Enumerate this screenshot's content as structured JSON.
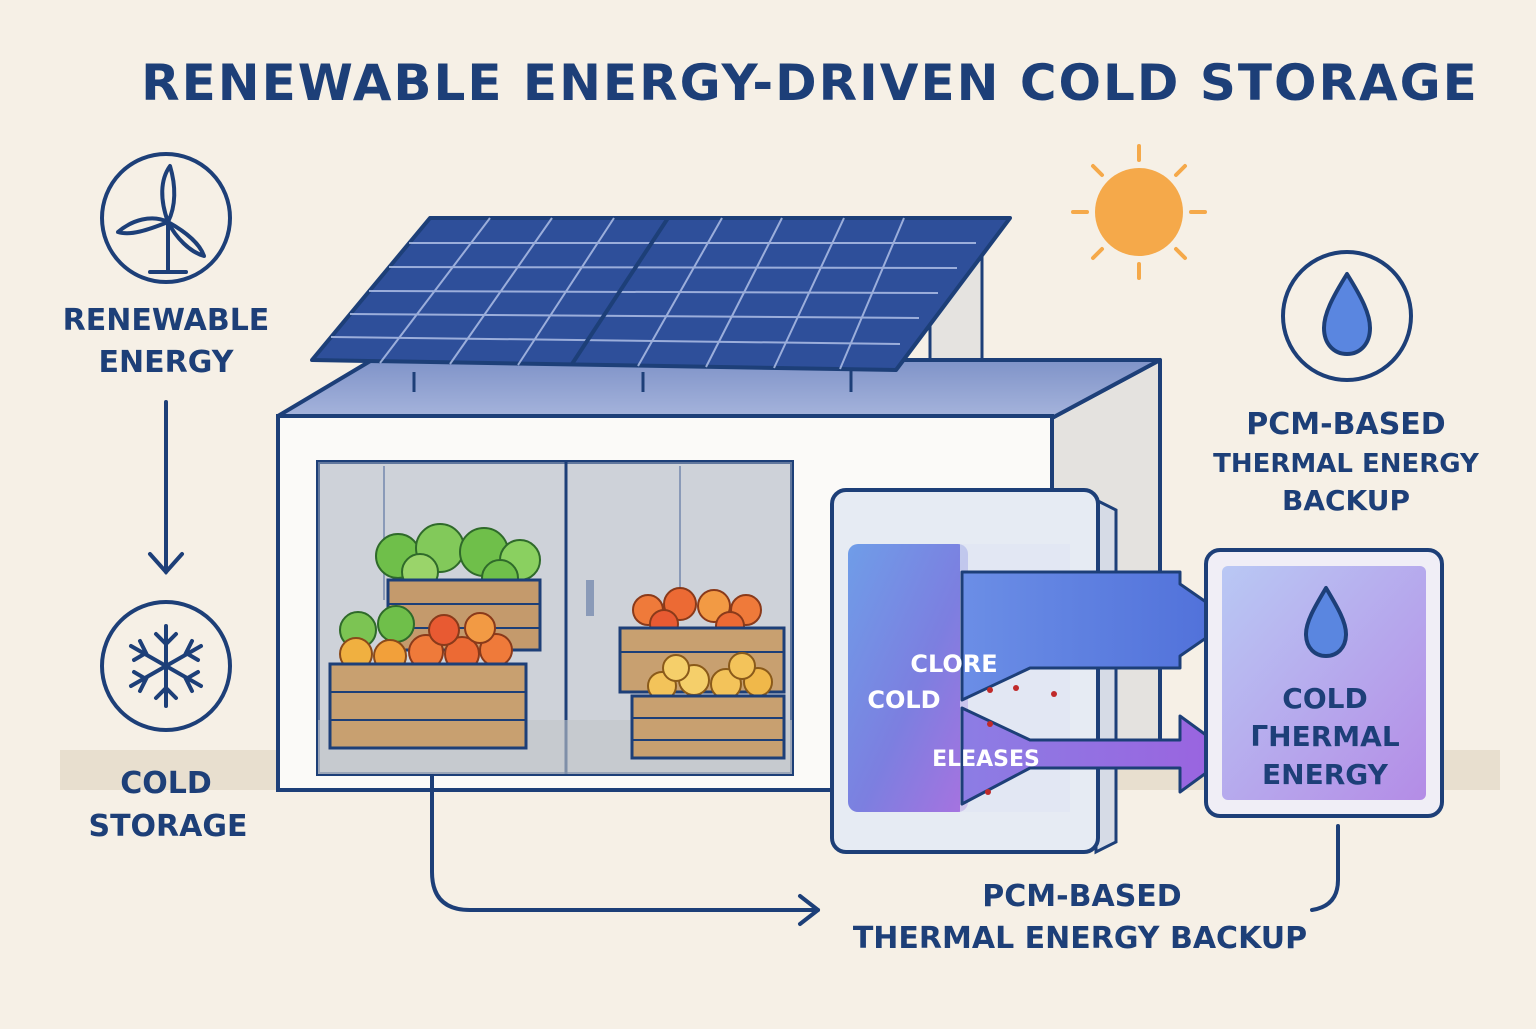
{
  "title": "RENEWABLE ENERGY-DRIVEN COLD STORAGE",
  "left_panel": {
    "renewable_label": [
      "RENEWABLE",
      "ENERGY"
    ],
    "renewable_icon": "wind-turbine-icon",
    "cold_label": [
      "COLD",
      "STORAGE"
    ],
    "cold_icon": "snowflake-icon"
  },
  "right_panel": {
    "droplet_icon": "water-drop-icon",
    "pcm_top_label": [
      "PCM-BASED",
      "THERMAL ENERGY",
      "BACKUP"
    ],
    "cold_thermal_label": [
      "COLD",
      "ΓHERMAL",
      "ENERGY"
    ]
  },
  "pcm_unit": {
    "label_1": "CLORE",
    "label_2": "COLD",
    "label_3": "ELEASES"
  },
  "bottom_label": [
    "PCM-BASED",
    "THERMAL ENERGY BACKUP"
  ],
  "colors": {
    "navy": "#1d3f78",
    "background": "#f6f0e6",
    "solar_panel": "#2e4f9a",
    "sun": "#f5a94a",
    "arrow_blue": "#5b7de0",
    "arrow_purple": "#9a6ee0"
  }
}
